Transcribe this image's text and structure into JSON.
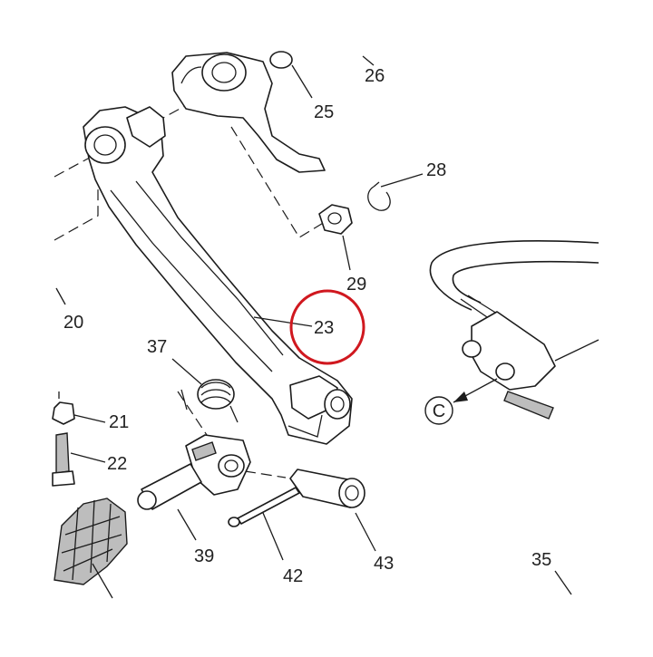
{
  "diagram": {
    "callouts": [
      {
        "id": "c20",
        "label": "20"
      },
      {
        "id": "c21",
        "label": "21"
      },
      {
        "id": "c22",
        "label": "22"
      },
      {
        "id": "c23",
        "label": "23"
      },
      {
        "id": "c25",
        "label": "25"
      },
      {
        "id": "c26",
        "label": "26"
      },
      {
        "id": "c28",
        "label": "28"
      },
      {
        "id": "c29",
        "label": "29"
      },
      {
        "id": "c35",
        "label": "35"
      },
      {
        "id": "c37",
        "label": "37"
      },
      {
        "id": "c39",
        "label": "39"
      },
      {
        "id": "c42",
        "label": "42"
      },
      {
        "id": "c43",
        "label": "43"
      }
    ],
    "connector_marker": "C",
    "highlight_part": "23",
    "colors": {
      "highlight": "#d0181f",
      "line": "#1c1c1c",
      "shade": "#bdbdbd",
      "background": "#ffffff"
    }
  }
}
